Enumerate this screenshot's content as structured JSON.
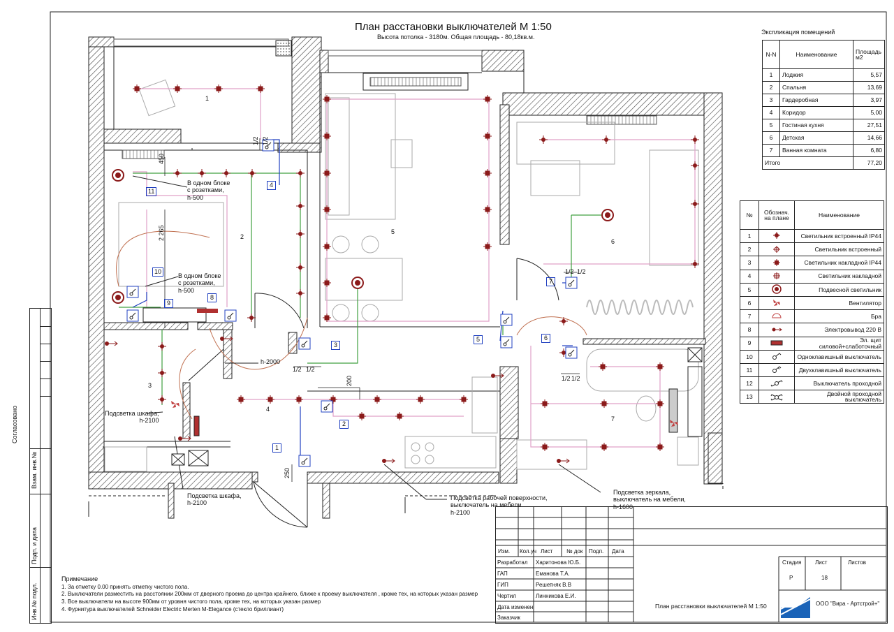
{
  "title": "План расстановки выключателей М 1:50",
  "subtitle": "Высота потолка - 3180м.  Общая площадь - 80,18кв.м.",
  "explication": {
    "caption": "Экспликация  помещений",
    "headers": [
      "N-N",
      "Наименование",
      "Площадь м2"
    ],
    "rows": [
      {
        "n": "1",
        "name": "Лоджия",
        "area": "5,57"
      },
      {
        "n": "2",
        "name": "Спальня",
        "area": "13,69"
      },
      {
        "n": "3",
        "name": "Гардеробная",
        "area": "3,97"
      },
      {
        "n": "4",
        "name": "Коридор",
        "area": "5,00"
      },
      {
        "n": "5",
        "name": "Гостиная кухня",
        "area": "27,51"
      },
      {
        "n": "6",
        "name": "Детская",
        "area": "14,66"
      },
      {
        "n": "7",
        "name": "Ванная комната",
        "area": "6,80"
      }
    ],
    "total_label": "Итого",
    "total_value": "77,20"
  },
  "legend": {
    "headers": [
      "№",
      "Обознач. на плане",
      "Наименование"
    ],
    "rows": [
      {
        "n": "1",
        "name": "Светильник встроенный IP44",
        "icon": "recessed-ip44-icon"
      },
      {
        "n": "2",
        "name": "Светильник встроенный",
        "icon": "recessed-light-icon"
      },
      {
        "n": "3",
        "name": "Светильник накладной IP44",
        "icon": "surface-ip44-icon"
      },
      {
        "n": "4",
        "name": "Светильник накладной",
        "icon": "surface-light-icon"
      },
      {
        "n": "5",
        "name": "Подвесной светильник",
        "icon": "pendant-light-icon"
      },
      {
        "n": "6",
        "name": "Вентилятор",
        "icon": "fan-icon"
      },
      {
        "n": "7",
        "name": "Бра",
        "icon": "sconce-icon"
      },
      {
        "n": "8",
        "name": "Электровывод 220 В",
        "icon": "power-outlet-icon"
      },
      {
        "n": "9",
        "name": "Эл. щит силовой+слаботочный",
        "icon": "panel-icon"
      },
      {
        "n": "10",
        "name": "Одноклавишный выключатель",
        "icon": "single-switch-icon"
      },
      {
        "n": "11",
        "name": "Двухклавишный выключатель",
        "icon": "double-switch-icon"
      },
      {
        "n": "12",
        "name": "Выключатель проходной",
        "icon": "passthrough-switch-icon"
      },
      {
        "n": "13",
        "name": "Двойной проходной выключатель",
        "icon": "double-passthrough-switch-icon"
      }
    ]
  },
  "plan": {
    "room_numbers": [
      "1",
      "2",
      "3",
      "4",
      "5",
      "6",
      "7"
    ],
    "switch_numbers": [
      "1",
      "2",
      "3",
      "4",
      "5",
      "6",
      "7",
      "8",
      "9",
      "10",
      "11"
    ],
    "annotations": {
      "block_1": "В одном блоке\nс розетками,\nh-500",
      "block_2": "В одном блоке\nс розетками,\nh-500",
      "h2000": "h-2000",
      "wardrobe_light_1": "Подсветка шкафа,\nh-2100",
      "wardrobe_light_2": "Подсветка шкафа,\nh-2100",
      "worktop_light": "Подсветка рабочей поверхности,\nвыключатель на мебели\nh-2100",
      "mirror_light": "Подсветка зеркала,\nвыключатель на мебели,\nh-1600"
    },
    "dims": {
      "d450": "450",
      "d2265": "2 265",
      "d200": "200",
      "d250": "250",
      "half": "1/2"
    }
  },
  "notes": {
    "heading": "Примечание",
    "lines": [
      "1. За отметку 0.00 принять отметку чистого пола.",
      "2. Выключатели разместить на расстоянии 200мм от дверного проема до центра крайнего, ближе к проему выключателя , кроме тех, на которых указан размер",
      "3. Все выключатели на высоте 900мм от уровня чистого пола, кроме тех, на которых указан размер",
      "4. Фурнитура выключателей Schneider Electric Merten M-Elegance (стекло бриллиант)"
    ]
  },
  "side_stamp": {
    "agreed": "Согласовано",
    "swap": "Взам. инв.№",
    "sign": "Подп. и дата",
    "inv": "Инв.№ подл."
  },
  "title_block": {
    "cols": [
      "Изм.",
      "Кол.уч",
      "Лист",
      "№ док",
      "Подп.",
      "Дата"
    ],
    "rows": [
      {
        "role": "Разработал",
        "name": "Харитонова Ю.Б."
      },
      {
        "role": "ГАП",
        "name": "Еманова Т.А."
      },
      {
        "role": "ГИП",
        "name": "Решетняк В.В"
      },
      {
        "role": "Чертил",
        "name": "Линникова Е.И."
      },
      {
        "role": "Дата изменен",
        "name": ""
      },
      {
        "role": "Заказчик",
        "name": ""
      }
    ],
    "stage_label": "Стадия",
    "sheet_label": "Лист",
    "sheets_label": "Листов",
    "stage": "Р",
    "sheet": "18",
    "sheets": "",
    "drawing_name": "План расстановки выключателей М 1:50",
    "company": "ООО \"Вира - Артстрой+\""
  }
}
